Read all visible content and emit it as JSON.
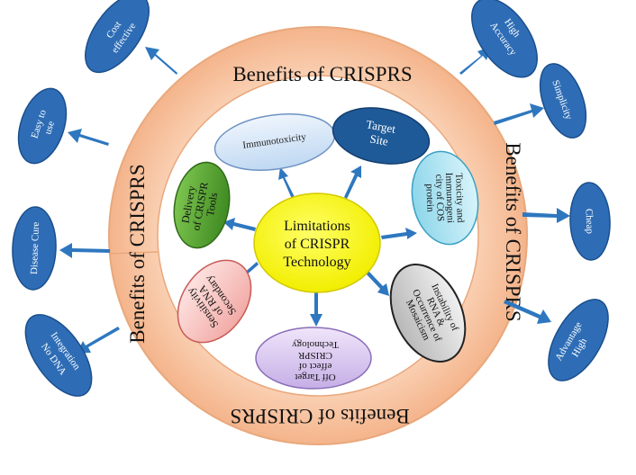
{
  "ring": {
    "label_top": "Benefits of CRISPRS",
    "label_right": "Benefits of CRISPRS",
    "label_bottom": "Benefits of CRISPRS",
    "label_left": "Benefits of CRISPRS"
  },
  "center": {
    "line1": "Limitations",
    "line2": "of CRISPR",
    "line3": "Technology"
  },
  "limitations": {
    "immunotoxicity": "Immunotoxicity",
    "target_site_1": "Target",
    "target_site_2": "Site",
    "toxicity_1": "Toxicity and",
    "toxicity_2": "Immunogeni",
    "toxicity_3": "city of COS",
    "toxicity_4": "protein",
    "instability_1": "Instability of",
    "instability_2": "RNA &",
    "instability_3": "Occurrence of",
    "instability_4": "Mosaicism",
    "offtarget_1": "Off Target",
    "offtarget_2": "effect of",
    "offtarget_3": "CRISPR",
    "offtarget_4": "Technology",
    "sensitivity_1": "Sensitivity",
    "sensitivity_2": "of RNA",
    "sensitivity_3": "Secondary",
    "delivery_1": "Delivery",
    "delivery_2": "of CRISPR",
    "delivery_3": "Tools"
  },
  "benefits": {
    "cost_1": "Cost",
    "cost_2": "effective",
    "accuracy_1": "High",
    "accuracy_2": "Accuracy",
    "simplicity": "Simplicity",
    "cheap": "Cheap",
    "advantage_1": "High",
    "advantage_2": "Advantage",
    "easy_1": "Easy to",
    "easy_2": "use",
    "disease": "Disease Cure",
    "nodna_1": "No DNA",
    "nodna_2": "Integration"
  },
  "colors": {
    "ring_fill": "#F9C9A5",
    "ring_stroke": "#E9A87C",
    "arrow_blue": "#2E77BF",
    "benefit_fill": "#2E6DB6",
    "center_fill": "#FFFF00",
    "immunotoxicity_fill": "#D6E6F8",
    "target_fill": "#1F5A98",
    "toxicity_fill": "#A9E3F2",
    "instability_fill": "#D0D0D0",
    "offtarget_fill": "#D9C7EE",
    "sensitivity_fill": "#F7C7C4",
    "delivery_fill": "#5AA332"
  }
}
